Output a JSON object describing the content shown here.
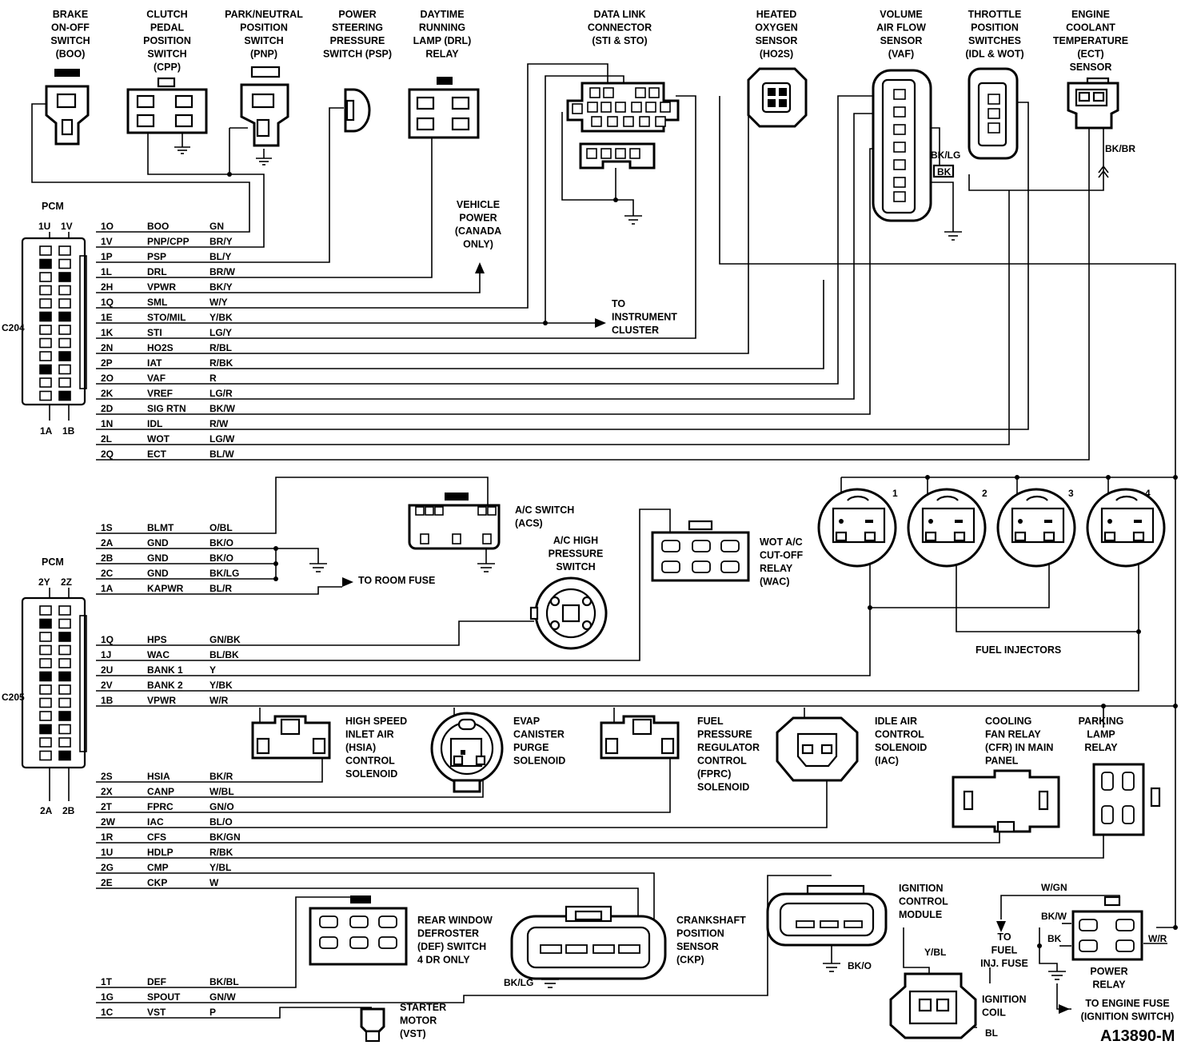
{
  "figure_id": "A13890-M",
  "components": {
    "boo": [
      "BRAKE",
      "ON-OFF",
      "SWITCH",
      "(BOO)"
    ],
    "cpp": [
      "CLUTCH",
      "PEDAL",
      "POSITION",
      "SWITCH",
      "(CPP)"
    ],
    "pnp": [
      "PARK/NEUTRAL",
      "POSITION",
      "SWITCH",
      "(PNP)"
    ],
    "psp": [
      "POWER",
      "STEERING",
      "PRESSURE",
      "SWITCH (PSP)"
    ],
    "drl": [
      "DAYTIME",
      "RUNNING",
      "LAMP (DRL)",
      "RELAY"
    ],
    "dlc": [
      "DATA LINK",
      "CONNECTOR",
      "(STI & STO)"
    ],
    "ho2s": [
      "HEATED",
      "OXYGEN",
      "SENSOR",
      "(HO2S)"
    ],
    "vaf": [
      "VOLUME",
      "AIR FLOW",
      "SENSOR",
      "(VAF)"
    ],
    "tps": [
      "THROTTLE",
      "POSITION",
      "SWITCHES",
      "(IDL & WOT)"
    ],
    "ect": [
      "ENGINE",
      "COOLANT",
      "TEMPERATURE",
      "(ECT)",
      "SENSOR"
    ],
    "vehicle_power": [
      "VEHICLE",
      "POWER",
      "(CANADA",
      "ONLY)"
    ],
    "instrument_cluster": [
      "TO",
      "INSTRUMENT",
      "CLUSTER"
    ],
    "acs": [
      "A/C SWITCH",
      "(ACS)"
    ],
    "hps": [
      "A/C HIGH",
      "PRESSURE",
      "SWITCH"
    ],
    "wac": [
      "WOT A/C",
      "CUT-OFF",
      "RELAY",
      "(WAC)"
    ],
    "fuel_injectors": "FUEL INJECTORS",
    "room_fuse": "TO ROOM FUSE",
    "hsia": [
      "HIGH SPEED",
      "INLET AIR",
      "(HSIA)",
      "CONTROL",
      "SOLENOID"
    ],
    "canp": [
      "EVAP",
      "CANISTER",
      "PURGE",
      "SOLENOID"
    ],
    "fprc": [
      "FUEL",
      "PRESSURE",
      "REGULATOR",
      "CONTROL",
      "(FPRC)",
      "SOLENOID"
    ],
    "iac": [
      "IDLE AIR",
      "CONTROL",
      "SOLENOID",
      "(IAC)"
    ],
    "cfr": [
      "COOLING",
      "FAN RELAY",
      "(CFR) IN MAIN",
      "PANEL"
    ],
    "parking_lamp": [
      "PARKING",
      "LAMP",
      "RELAY"
    ],
    "def": [
      "REAR WINDOW",
      "DEFROSTER",
      "(DEF) SWITCH",
      "4 DR ONLY"
    ],
    "ckp": [
      "CRANKSHAFT",
      "POSITION",
      "SENSOR",
      "(CKP)"
    ],
    "icm": [
      "IGNITION",
      "CONTROL",
      "MODULE"
    ],
    "ign_coil": [
      "IGNITION",
      "COIL"
    ],
    "starter": [
      "STARTER",
      "MOTOR",
      "(VST)"
    ],
    "fuel_inj_fuse": [
      "TO",
      "FUEL",
      "INJ. FUSE"
    ],
    "power_relay": [
      "POWER",
      "RELAY"
    ],
    "engine_fuse": [
      "TO ENGINE FUSE",
      "(IGNITION SWITCH)"
    ]
  },
  "wire_labels": {
    "bk_lg_vaf": "BK/LG",
    "bk_vaf": "BK",
    "bk_br_ect": "BK/BR",
    "bk_lg_ckp": "BK/LG",
    "bk_o_icm": "BK/O",
    "y_bl_coil": "Y/BL",
    "bl_coil": "BL",
    "w_gn_relay": "W/GN",
    "bk_w_relay": "BK/W",
    "bk_relay": "BK",
    "w_r_relay": "W/R"
  },
  "injector_numbers": [
    "1",
    "2",
    "3",
    "4"
  ],
  "pcm_c204": {
    "title": "PCM",
    "connector": "C204",
    "top_pins": [
      "1U",
      "1V"
    ],
    "bottom_pins": [
      "1A",
      "1B"
    ],
    "circuits": [
      {
        "pin": "1O",
        "name": "BOO",
        "color": "GN"
      },
      {
        "pin": "1V",
        "name": "PNP/CPP",
        "color": "BR/Y"
      },
      {
        "pin": "1P",
        "name": "PSP",
        "color": "BL/Y"
      },
      {
        "pin": "1L",
        "name": "DRL",
        "color": "BR/W"
      },
      {
        "pin": "2H",
        "name": "VPWR",
        "color": "BK/Y"
      },
      {
        "pin": "1Q",
        "name": "SML",
        "color": "W/Y"
      },
      {
        "pin": "1E",
        "name": "STO/MIL",
        "color": "Y/BK"
      },
      {
        "pin": "1K",
        "name": "STI",
        "color": "LG/Y"
      },
      {
        "pin": "2N",
        "name": "HO2S",
        "color": "R/BL"
      },
      {
        "pin": "2P",
        "name": "IAT",
        "color": "R/BK"
      },
      {
        "pin": "2O",
        "name": "VAF",
        "color": "R"
      },
      {
        "pin": "2K",
        "name": "VREF",
        "color": "LG/R"
      },
      {
        "pin": "2D",
        "name": "SIG RTN",
        "color": "BK/W"
      },
      {
        "pin": "1N",
        "name": "IDL",
        "color": "R/W"
      },
      {
        "pin": "2L",
        "name": "WOT",
        "color": "LG/W"
      },
      {
        "pin": "2Q",
        "name": "ECT",
        "color": "BL/W"
      }
    ]
  },
  "pcm_c205": {
    "title": "PCM",
    "connector": "C205",
    "top_pins": [
      "2Y",
      "2Z"
    ],
    "bottom_pins": [
      "2A",
      "2B"
    ],
    "circuits": [
      {
        "pin": "1S",
        "name": "BLMT",
        "color": "O/BL"
      },
      {
        "pin": "2A",
        "name": "GND",
        "color": "BK/O"
      },
      {
        "pin": "2B",
        "name": "GND",
        "color": "BK/O"
      },
      {
        "pin": "2C",
        "name": "GND",
        "color": "BK/LG"
      },
      {
        "pin": "1A",
        "name": "KAPWR",
        "color": "BL/R"
      },
      {
        "pin": "1Q",
        "name": "HPS",
        "color": "GN/BK"
      },
      {
        "pin": "1J",
        "name": "WAC",
        "color": "BL/BK"
      },
      {
        "pin": "2U",
        "name": "BANK 1",
        "color": "Y"
      },
      {
        "pin": "2V",
        "name": "BANK 2",
        "color": "Y/BK"
      },
      {
        "pin": "1B",
        "name": "VPWR",
        "color": "W/R"
      },
      {
        "pin": "2S",
        "name": "HSIA",
        "color": "BK/R"
      },
      {
        "pin": "2X",
        "name": "CANP",
        "color": "W/BL"
      },
      {
        "pin": "2T",
        "name": "FPRC",
        "color": "GN/O"
      },
      {
        "pin": "2W",
        "name": "IAC",
        "color": "BL/O"
      },
      {
        "pin": "1R",
        "name": "CFS",
        "color": "BK/GN"
      },
      {
        "pin": "1U",
        "name": "HDLP",
        "color": "R/BK"
      },
      {
        "pin": "2G",
        "name": "CMP",
        "color": "Y/BL"
      },
      {
        "pin": "2E",
        "name": "CKP",
        "color": "W"
      },
      {
        "pin": "1T",
        "name": "DEF",
        "color": "BK/BL"
      },
      {
        "pin": "1G",
        "name": "SPOUT",
        "color": "GN/W"
      },
      {
        "pin": "1C",
        "name": "VST",
        "color": "P"
      }
    ]
  }
}
